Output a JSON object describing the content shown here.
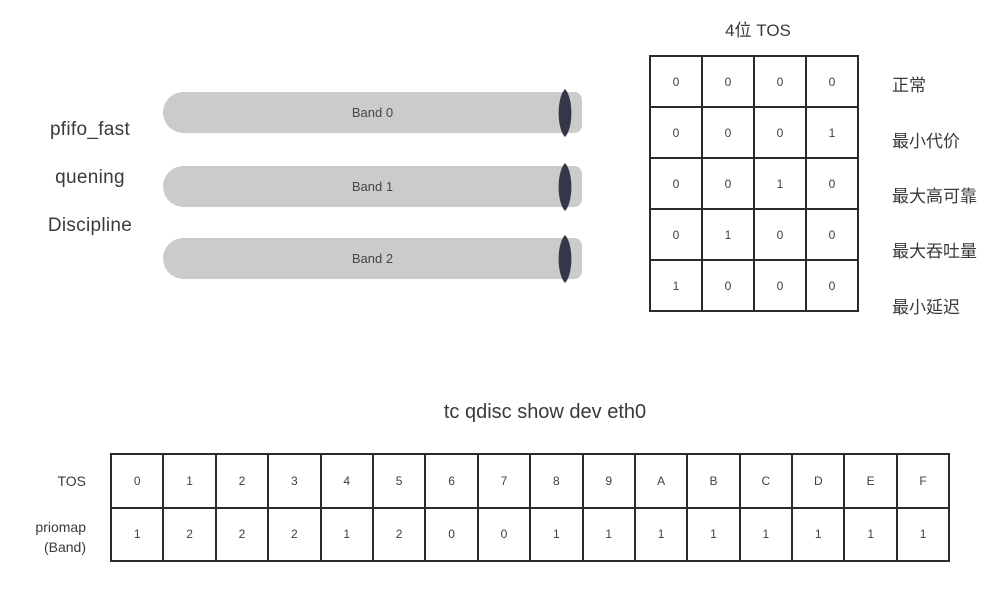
{
  "colors": {
    "bar_fill": "#cbcbcb",
    "cap_fill": "#333748",
    "border_color": "#2b2b2b",
    "text_color": "#3d3d3d"
  },
  "left_label": {
    "lines": [
      "pfifo_fast",
      "quening",
      "Discipline"
    ]
  },
  "bands": [
    {
      "label": "Band 0"
    },
    {
      "label": "Band 1"
    },
    {
      "label": "Band 2"
    }
  ],
  "tos_table": {
    "title": "4位 TOS",
    "rows": [
      {
        "bits": [
          "0",
          "0",
          "0",
          "0"
        ],
        "label": "正常"
      },
      {
        "bits": [
          "0",
          "0",
          "0",
          "1"
        ],
        "label": "最小代价"
      },
      {
        "bits": [
          "0",
          "0",
          "1",
          "0"
        ],
        "label": "最大高可靠"
      },
      {
        "bits": [
          "0",
          "1",
          "0",
          "0"
        ],
        "label": "最大吞吐量"
      },
      {
        "bits": [
          "1",
          "0",
          "0",
          "0"
        ],
        "label": "最小延迟"
      }
    ]
  },
  "priomap_table": {
    "title": "tc qdisc show dev eth0",
    "row_labels": [
      "TOS",
      "priomap",
      "(Band)"
    ],
    "tos_values": [
      "0",
      "1",
      "2",
      "3",
      "4",
      "5",
      "6",
      "7",
      "8",
      "9",
      "A",
      "B",
      "C",
      "D",
      "E",
      "F"
    ],
    "priomap_values": [
      "1",
      "2",
      "2",
      "2",
      "1",
      "2",
      "0",
      "0",
      "1",
      "1",
      "1",
      "1",
      "1",
      "1",
      "1",
      "1"
    ]
  }
}
